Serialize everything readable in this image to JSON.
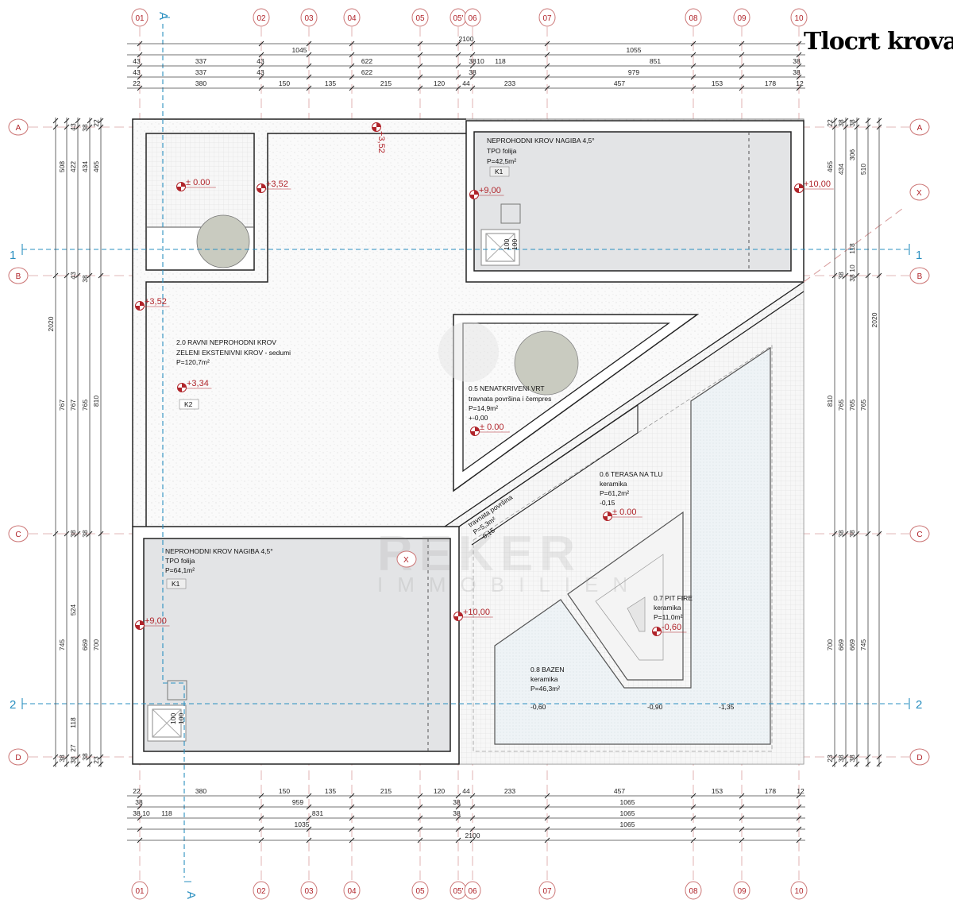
{
  "title": "Tlocrt krova",
  "watermark": {
    "main": "REKER",
    "sub": "IMMOBILIEN"
  },
  "grid_columns": [
    "01",
    "02",
    "03",
    "04",
    "05",
    "05'",
    "06",
    "07",
    "08",
    "09",
    "10"
  ],
  "grid_rows": [
    "A",
    "B",
    "C",
    "D"
  ],
  "section_marks": {
    "h1": "1",
    "h2": "2",
    "v": "A",
    "x": "X"
  },
  "dimensions": {
    "top": [
      [
        "2100"
      ],
      [
        "1045",
        "1055"
      ],
      [
        "43",
        "337",
        "43",
        "622",
        "38",
        "10",
        "118",
        "851",
        "38"
      ],
      [
        "43",
        "337",
        "43",
        "622",
        "38",
        "979",
        "38"
      ],
      [
        "22",
        "380",
        "150",
        "135",
        "215",
        "120",
        "44",
        "233",
        "457",
        "153",
        "178",
        "12"
      ]
    ],
    "bottom": [
      [
        "22",
        "380",
        "150",
        "135",
        "215",
        "120",
        "44",
        "233",
        "457",
        "153",
        "178",
        "12"
      ],
      [
        "38",
        "959",
        "38",
        "1065"
      ],
      [
        "38",
        "10",
        "118",
        "831",
        "38",
        "1065"
      ],
      [
        "1035",
        "1065"
      ],
      [
        "2100"
      ]
    ],
    "left": [
      [
        "2020"
      ],
      [
        "508",
        "767",
        "745",
        "38"
      ],
      [
        "43",
        "422",
        "43",
        "767",
        "38",
        "524",
        "118",
        "27",
        "38"
      ],
      [
        "38",
        "434",
        "38",
        "765",
        "38",
        "669",
        "38"
      ],
      [
        "22",
        "465",
        "810",
        "700",
        "23"
      ]
    ],
    "right": [
      [
        "22",
        "465",
        "810",
        "700",
        "23"
      ],
      [
        "38",
        "434",
        "38",
        "765",
        "38",
        "669",
        "38"
      ],
      [
        "38",
        "306",
        "118",
        "10",
        "38",
        "765",
        "38",
        "669",
        "38"
      ],
      [
        "510",
        "765",
        "745"
      ],
      [
        "2020"
      ]
    ]
  },
  "elevations": [
    "+3,52",
    "± 0.00",
    "+3,52",
    "+9,00",
    "+10,00",
    "+3,52",
    "+3,34",
    "± 0.00",
    "± 0.00",
    "+9,00",
    "+10,00",
    "-0,60"
  ],
  "zones": {
    "roof_top_right": {
      "name": "NEPROHODNI  KROV NAGIBA 4,5°",
      "material": "TPO folija",
      "area": "P=42,5m²",
      "tag": "K1",
      "dim_a": "100",
      "dim_b": "100"
    },
    "green_roof": {
      "name": "2.0 RAVNI NEPROHODNI KROV",
      "material": "ZELENI EKSTENIVNI KROV - sedumi",
      "area": "P=120,7m²",
      "tag": "K2"
    },
    "garden": {
      "name": "0.5 NENATKRIVENI VRT",
      "material": "travnata površina i čempres",
      "area": "P=14,9m²",
      "level": "+-0,00"
    },
    "grass_strip": {
      "name": "travnata površina",
      "area": "P=5,3m²",
      "level": "-0,15"
    },
    "terrace": {
      "name": "0.6 TERASA NA TLU",
      "material": "keramika",
      "area": "P=61,2m²",
      "level": "-0,15"
    },
    "roof_bottom_left": {
      "name": "NEPROHODNI KROV NAGIBA 4,5°",
      "material": "TPO folija",
      "area": "P=64,1m²",
      "tag": "K1",
      "dim_a": "100",
      "dim_b": "100"
    },
    "pit_fire": {
      "name": "0.7 PIT FIRE",
      "material": "keramika",
      "area": "P=11,0m²"
    },
    "pool": {
      "name": "0.8 BAZEN",
      "material": "keramika",
      "area": "P=46,3m²",
      "depths": [
        "-0,60",
        "-0,90",
        "-1,35"
      ]
    }
  },
  "colors": {
    "grid": "#b0242a",
    "section": "#2a8fc0",
    "roof_fill": "#e3e4e6",
    "tree": "#c9cbc0"
  }
}
